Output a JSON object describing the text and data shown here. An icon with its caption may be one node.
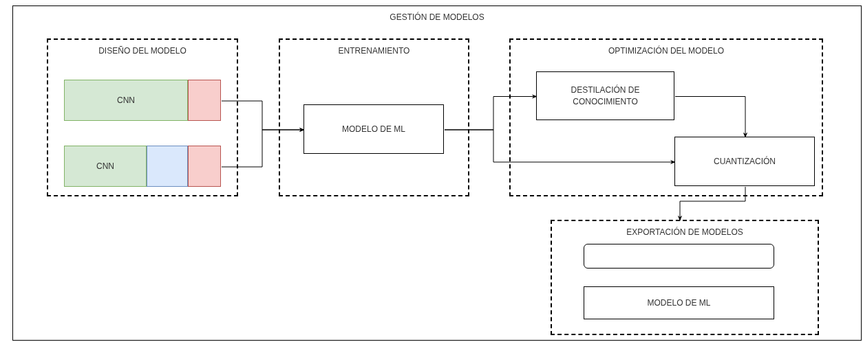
{
  "diagram": {
    "nodes": [
      {
        "text": [
          "GESTIÓN DE MODELOS"
        ]
      },
      {
        "text": [
          "DISEÑO DEL MODELO"
        ],
        "in": 0
      },
      {
        "text": [
          "CNN"
        ],
        "in": 1
      },
      {
        "text": [],
        "shape": "box",
        "in": 1
      },
      {
        "text": [
          "CNN"
        ],
        "in": 1
      },
      {
        "text": [],
        "shape": "box",
        "in": 1
      },
      {
        "text": [],
        "shape": "box",
        "in": 1
      },
      {
        "text": [
          "ENTRENAMIENTO"
        ],
        "in": 0
      },
      {
        "text": [
          "MODELO DE ML"
        ],
        "in": 7
      },
      {
        "text": [
          "OPTIMIZACIÓN DEL MODELO"
        ],
        "in": 0
      },
      {
        "text": [
          "DESTILACIÓN DE CONOCIMIENTO"
        ],
        "in": 9
      },
      {
        "text": [
          "CUANTIZACIÓN"
        ],
        "in": 9
      },
      {
        "text": [
          "EXPORTACIÓN DE MODELOS"
        ],
        "in": 0
      },
      {
        "text": [],
        "shape": "box",
        "in": 12
      },
      {
        "text": [
          "MODELO DE ML"
        ],
        "in": 12
      }
    ],
    "edges": [
      {
        "from": 3,
        "to": 8,
        "arrow": "to"
      },
      {
        "from": 6,
        "to": 8,
        "arrow": "to"
      },
      {
        "from": 8,
        "to": 10,
        "arrow": "to"
      },
      {
        "from": 8,
        "to": 11,
        "arrow": "to"
      },
      {
        "from": 10,
        "to": 11,
        "arrow": "to"
      },
      {
        "from": 11,
        "to": 12,
        "arrow": "to"
      }
    ]
  }
}
